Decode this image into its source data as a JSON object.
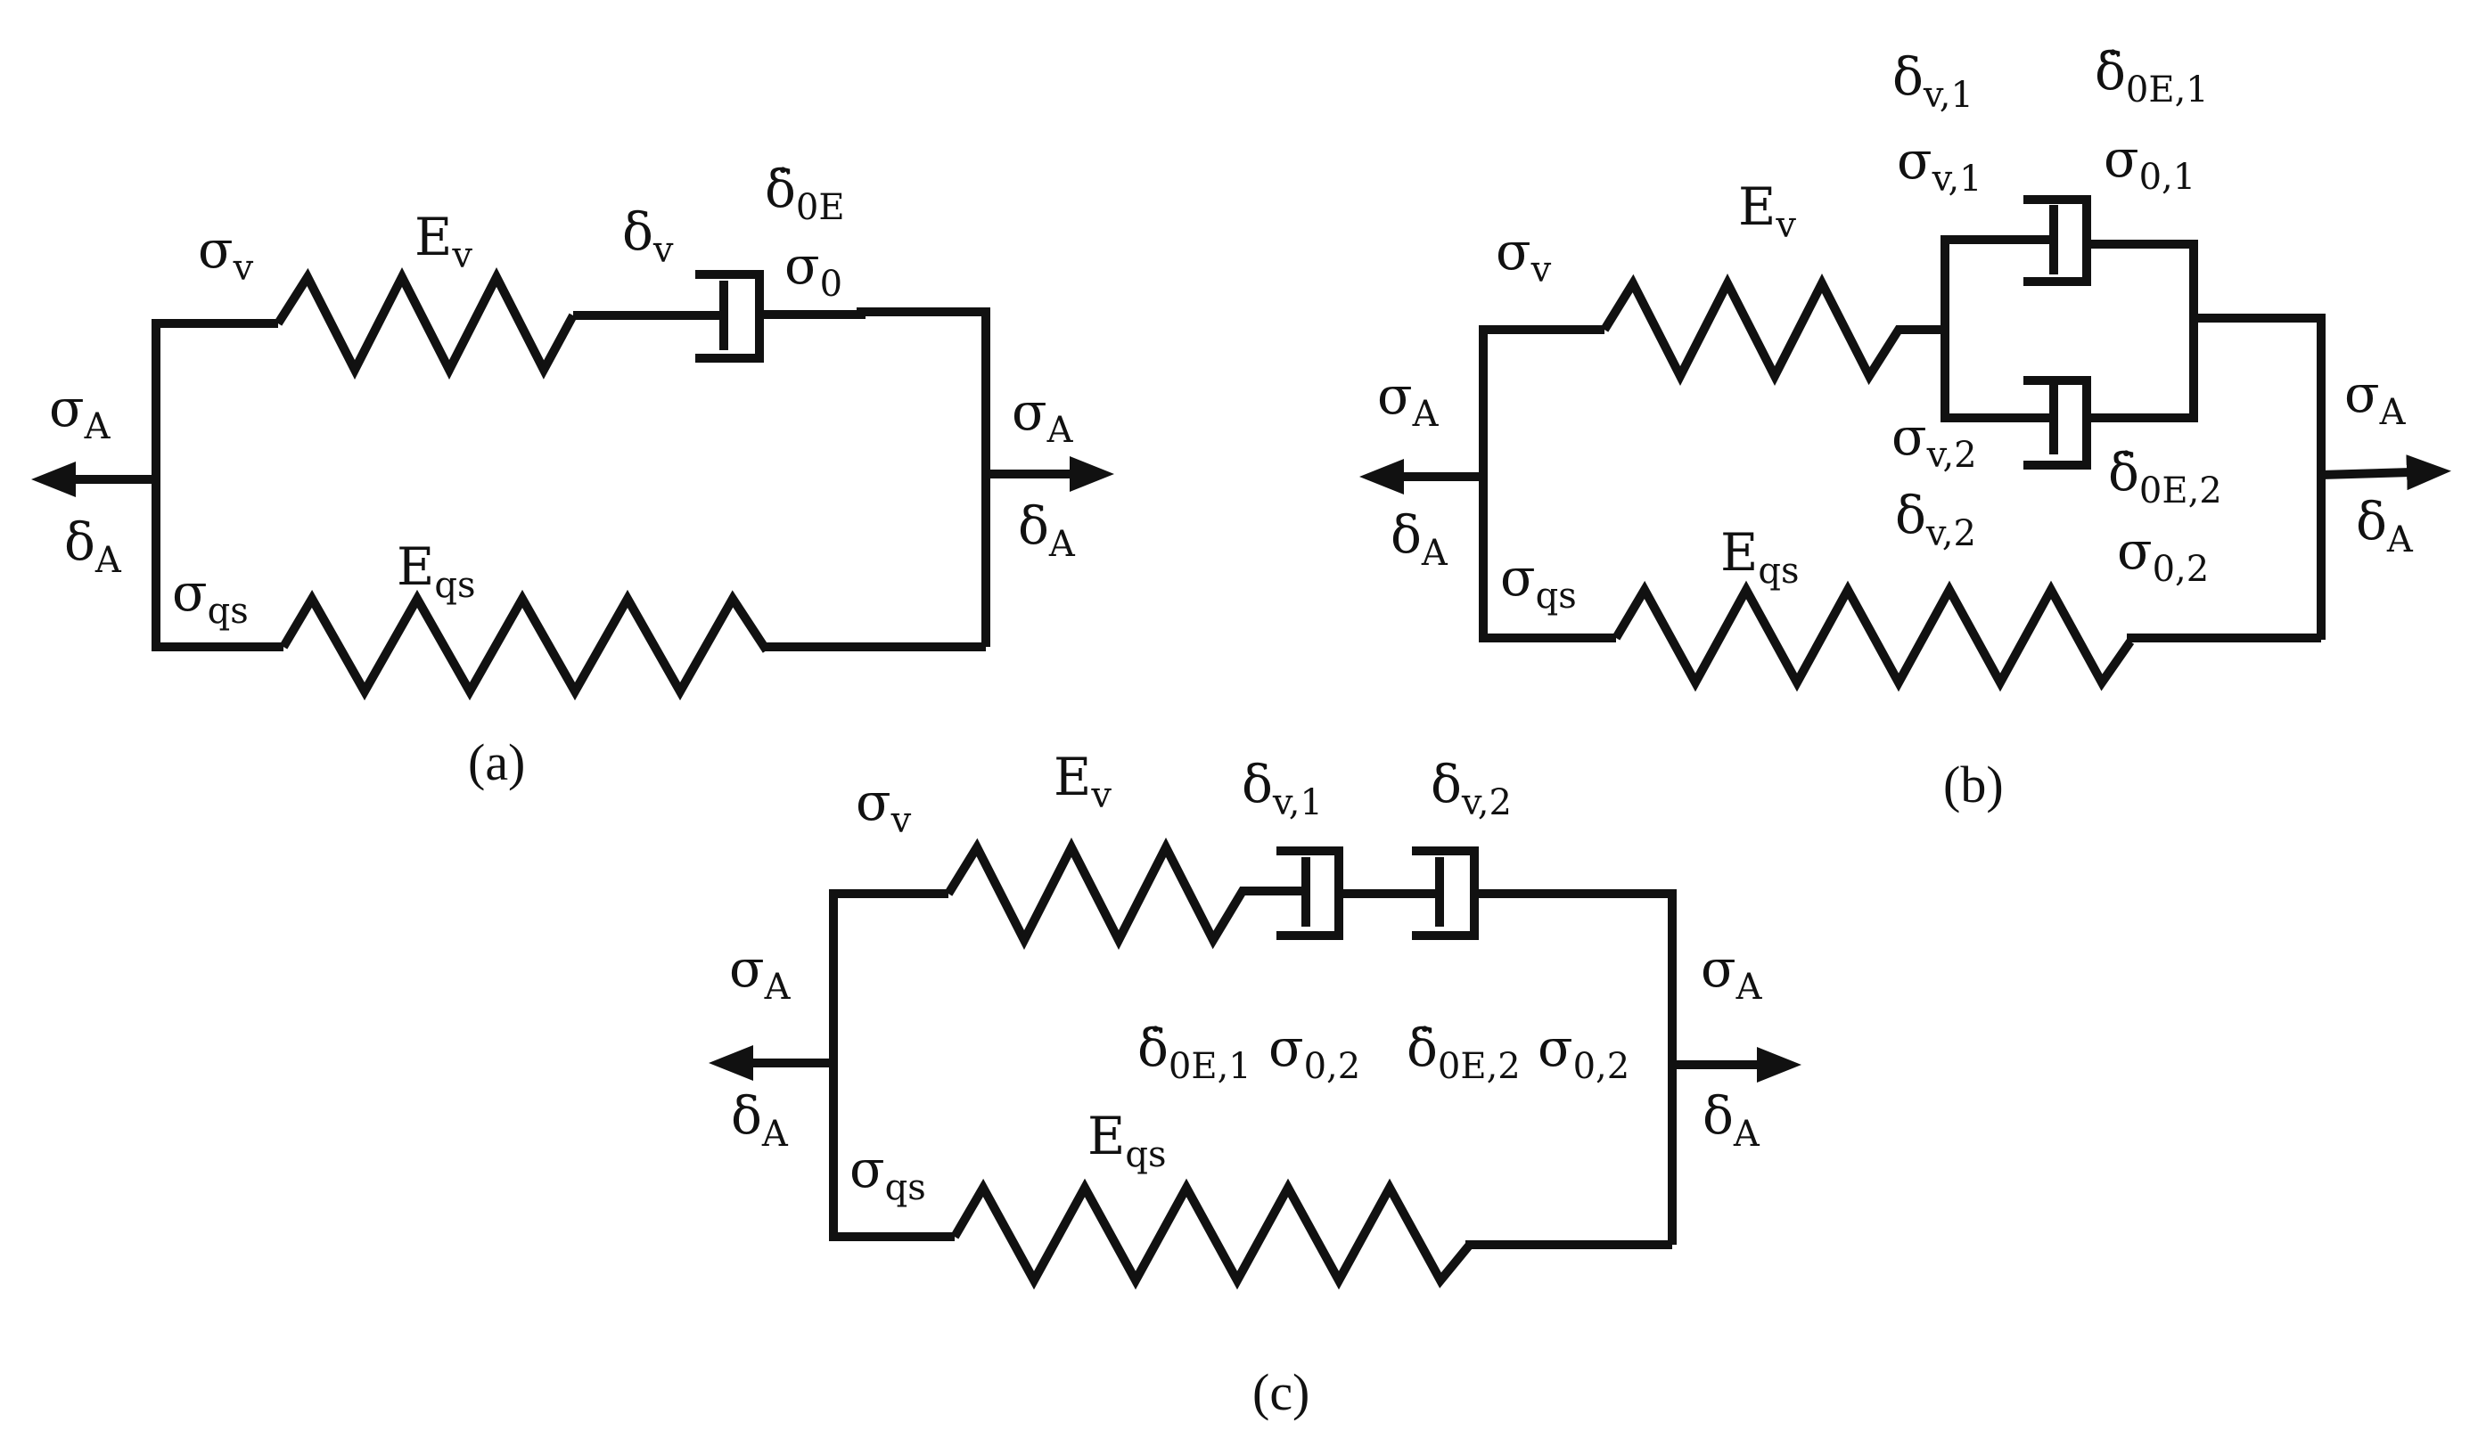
{
  "panels": [
    {
      "caption": "(a)",
      "labels": {
        "sigma_a_left": {
          "s": "σ",
          "sub": "A"
        },
        "delta_a_left": {
          "s": "δ",
          "sub": "A"
        },
        "sigma_a_right": {
          "s": "σ",
          "sub": "A"
        },
        "delta_a_right": {
          "s": "δ",
          "sub": "A"
        },
        "sigma_v": {
          "s": "σ",
          "sub": "v"
        },
        "e_v": {
          "s": "E",
          "sub": "v"
        },
        "delta_v": {
          "s": "δ",
          "sub": "v"
        },
        "delta_dot_0e": {
          "s": "δ̇",
          "sub": "0E"
        },
        "sigma_0": {
          "s": "σ",
          "sub": "0"
        },
        "sigma_qs": {
          "s": "σ",
          "sub": "qs"
        },
        "e_qs": {
          "s": "E",
          "sub": "qs"
        }
      }
    },
    {
      "caption": "(b)",
      "labels": {
        "sigma_a_left": {
          "s": "σ",
          "sub": "A"
        },
        "delta_a_left": {
          "s": "δ",
          "sub": "A"
        },
        "sigma_a_right": {
          "s": "σ",
          "sub": "A"
        },
        "delta_a_right": {
          "s": "δ",
          "sub": "A"
        },
        "sigma_v": {
          "s": "σ",
          "sub": "v"
        },
        "e_v": {
          "s": "E",
          "sub": "v"
        },
        "delta_v1": {
          "s": "δ",
          "sub": "v,1"
        },
        "sigma_v1": {
          "s": "σ",
          "sub": "v,1"
        },
        "delta_dot_0e1": {
          "s": "δ̇",
          "sub": "0E,1"
        },
        "sigma_01": {
          "s": "σ",
          "sub": "0,1"
        },
        "sigma_v2": {
          "s": "σ",
          "sub": "v,2"
        },
        "delta_v2": {
          "s": "δ",
          "sub": "v,2"
        },
        "delta_dot_0e2": {
          "s": "δ̇",
          "sub": "0E,2"
        },
        "sigma_02": {
          "s": "σ",
          "sub": "0,2"
        },
        "sigma_qs": {
          "s": "σ",
          "sub": "qs"
        },
        "e_qs": {
          "s": "E",
          "sub": "qs"
        }
      }
    },
    {
      "caption": "(c)",
      "labels": {
        "sigma_a_left": {
          "s": "σ",
          "sub": "A"
        },
        "delta_a_left": {
          "s": "δ",
          "sub": "A"
        },
        "sigma_a_right": {
          "s": "σ",
          "sub": "A"
        },
        "delta_a_right": {
          "s": "δ",
          "sub": "A"
        },
        "sigma_v": {
          "s": "σ",
          "sub": "v"
        },
        "e_v": {
          "s": "E",
          "sub": "v"
        },
        "delta_v1": {
          "s": "δ",
          "sub": "v,1"
        },
        "delta_v2": {
          "s": "δ",
          "sub": "v,2"
        },
        "delta_dot_0e1": {
          "s": "δ̇",
          "sub": "0E,1"
        },
        "sigma_02_a": {
          "s": "σ",
          "sub": "0,2"
        },
        "delta_dot_0e2": {
          "s": "δ̇",
          "sub": "0E,2"
        },
        "sigma_02_b": {
          "s": "σ",
          "sub": "0,2"
        },
        "sigma_qs": {
          "s": "σ",
          "sub": "qs"
        },
        "e_qs": {
          "s": "E",
          "sub": "qs"
        }
      }
    }
  ]
}
